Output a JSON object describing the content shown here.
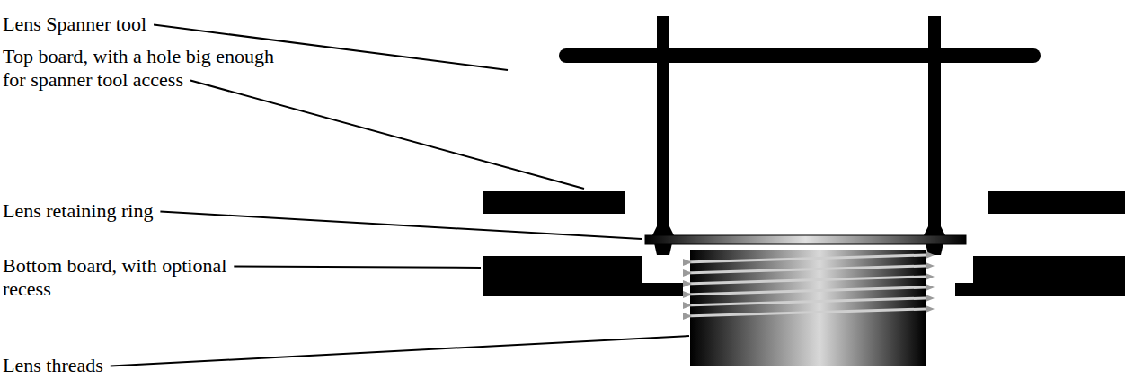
{
  "diagram": {
    "labels": [
      "Lens Spanner tool",
      "Top board, with a hole big enough for spanner tool access",
      "Lens retaining ring",
      "Bottom board, with optional recess",
      "Lens threads"
    ]
  }
}
